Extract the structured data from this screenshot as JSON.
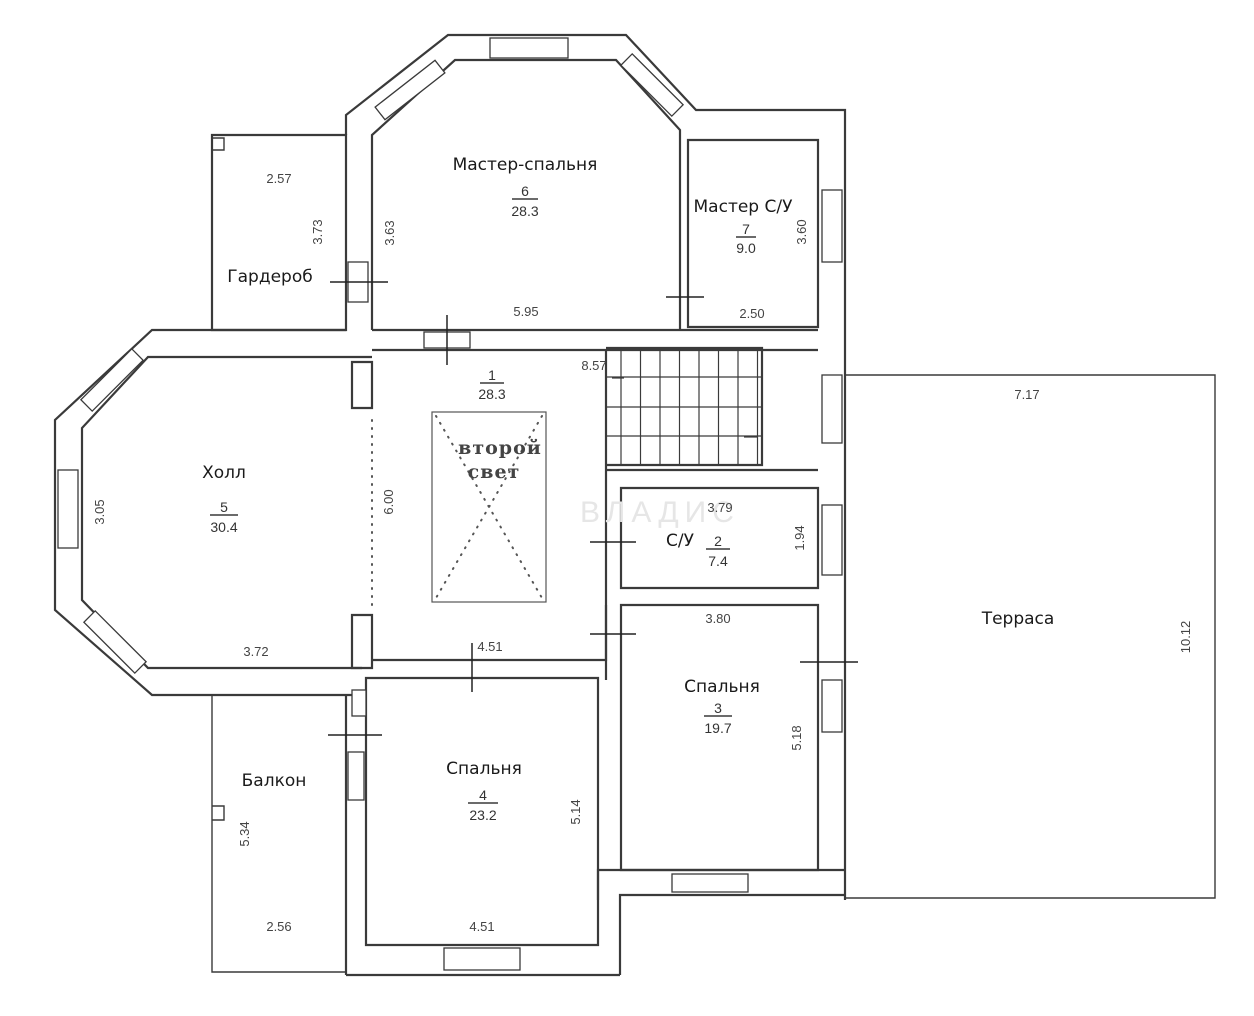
{
  "plan": {
    "void_label": [
      "второй",
      "свет"
    ],
    "watermark": "ВЛАДИС",
    "rooms": [
      {
        "key": "master",
        "name": "Мастер-спальня",
        "number": "6",
        "area": "28.3"
      },
      {
        "key": "master-bath",
        "name": "Мастер С/У",
        "number": "7",
        "area": "9.0"
      },
      {
        "key": "wardrobe",
        "name": "Гардероб",
        "number": "",
        "area": ""
      },
      {
        "key": "stair-hall",
        "name": "",
        "number": "1",
        "area": "28.3"
      },
      {
        "key": "hall",
        "name": "Холл",
        "number": "5",
        "area": "30.4"
      },
      {
        "key": "bath",
        "name": "С/У",
        "number": "2",
        "area": "7.4"
      },
      {
        "key": "bedroom-3",
        "name": "Спальня",
        "number": "3",
        "area": "19.7"
      },
      {
        "key": "bedroom-4",
        "name": "Спальня",
        "number": "4",
        "area": "23.2"
      },
      {
        "key": "balcony",
        "name": "Балкон",
        "number": "",
        "area": ""
      },
      {
        "key": "terrace",
        "name": "Терраса",
        "number": "",
        "area": ""
      }
    ],
    "dimensions": [
      "2.57",
      "3.73",
      "3.63",
      "5.95",
      "3.60",
      "2.50",
      "8.57",
      "7.17",
      "3.05",
      "6.00",
      "3.79",
      "1.94",
      "3.72",
      "4.51",
      "3.80",
      "10.12",
      "5.18",
      "5.14",
      "5.34",
      "2.56",
      "4.51"
    ]
  }
}
